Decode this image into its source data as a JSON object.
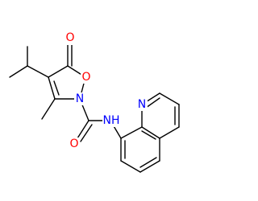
{
  "molecule": {
    "atoms": {
      "carbonyl_oxygen": {
        "symbol": "O",
        "color": "#ff0000"
      },
      "ring_oxygen": {
        "symbol": "O",
        "color": "#ff0000"
      },
      "ring_nitrogen": {
        "symbol": "N",
        "color": "#0000ff"
      },
      "amide_oxygen": {
        "symbol": "O",
        "color": "#ff0000"
      },
      "amide_nh": {
        "symbol": "NH",
        "color": "#0000ff"
      },
      "quinoline_nitrogen": {
        "symbol": "N",
        "color": "#0000ff"
      }
    },
    "bond_color": "#000000",
    "background": "#ffffff"
  }
}
